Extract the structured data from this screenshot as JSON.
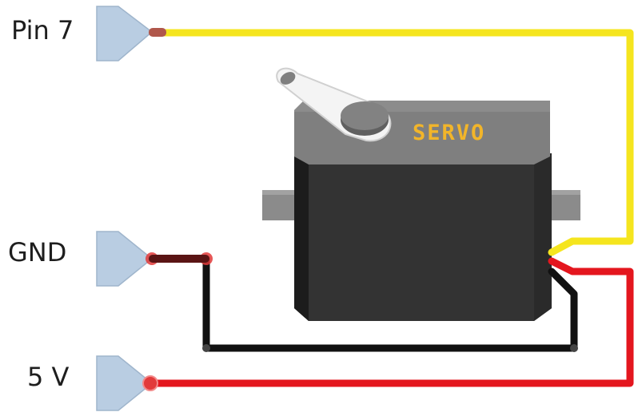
{
  "pins": {
    "pin7": {
      "label": "Pin 7"
    },
    "gnd": {
      "label": "GND"
    },
    "v5": {
      "label": "5 V"
    }
  },
  "servo": {
    "label": "SERVO",
    "label_color": "#f2b52a"
  },
  "colors": {
    "signal_wire": "#f5e51e",
    "ground_wire": "#111111",
    "power_wire": "#e4161e",
    "connector_fill": "#b9cde2",
    "connector_stroke": "#9fb5cc",
    "servo_body": "#333333",
    "servo_top": "#7f7f7f"
  }
}
